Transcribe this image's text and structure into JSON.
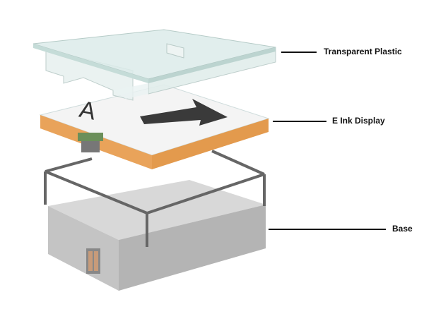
{
  "labels": {
    "plastic": "Transparent Plastic",
    "display": "E Ink Display",
    "base": "Base"
  },
  "display_glyph": "A",
  "colors": {
    "orange": "#e9a35a",
    "base": "#c9c9c9",
    "frame": "#666666",
    "plastic": "#dfeeec"
  }
}
